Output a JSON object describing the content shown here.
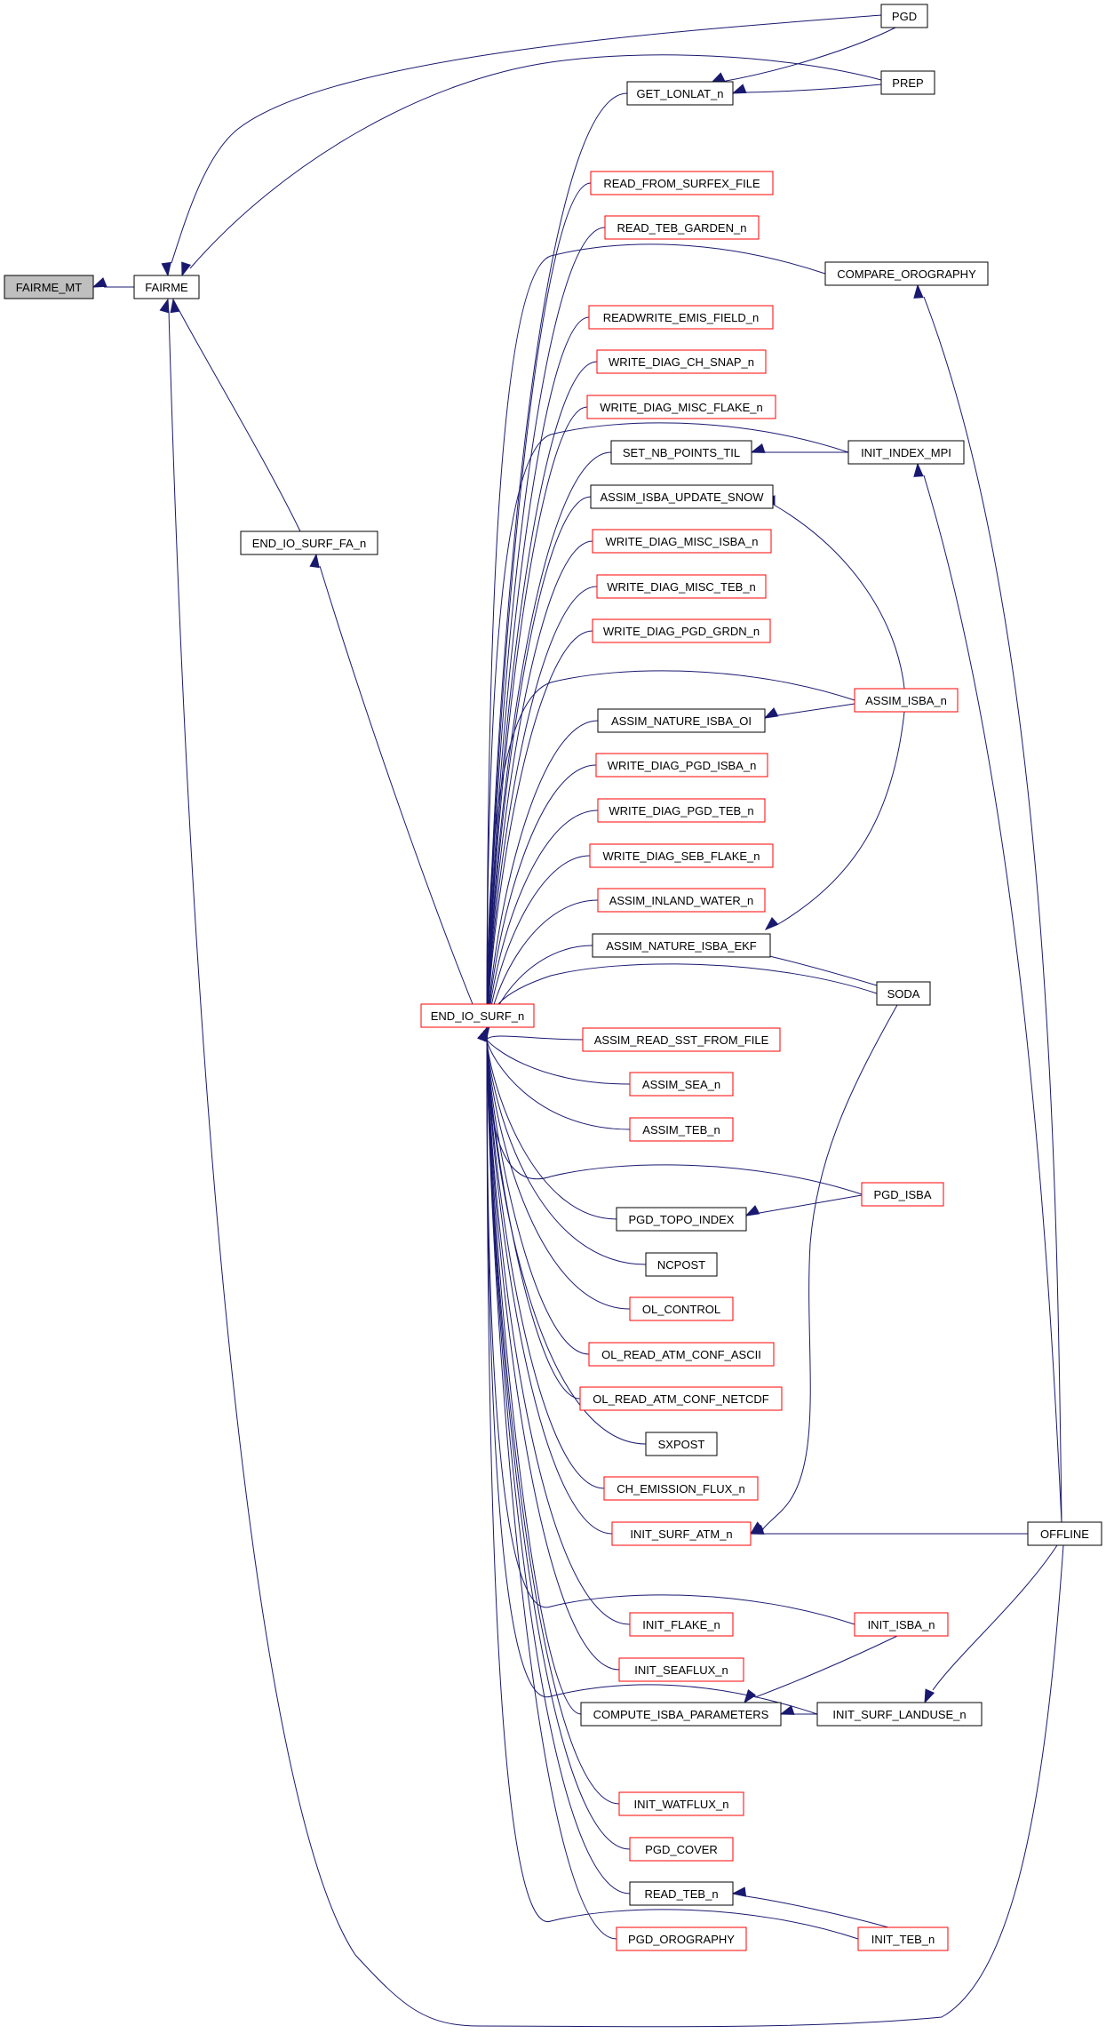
{
  "graph": {
    "edge_color": "#191970",
    "nodes": [
      {
        "id": "fairme_mt",
        "label": "FAIRME_MT",
        "style": "focus"
      },
      {
        "id": "fairme",
        "label": "FAIRME",
        "style": "black"
      },
      {
        "id": "pgd",
        "label": "PGD",
        "style": "black"
      },
      {
        "id": "prep",
        "label": "PREP",
        "style": "black"
      },
      {
        "id": "get_lonlat",
        "label": "GET_LONLAT_n",
        "style": "black"
      },
      {
        "id": "read_from_surfex",
        "label": "READ_FROM_SURFEX_FILE",
        "style": "red"
      },
      {
        "id": "read_teb_garden",
        "label": "READ_TEB_GARDEN_n",
        "style": "red"
      },
      {
        "id": "compare_orography",
        "label": "COMPARE_OROGRAPHY",
        "style": "black"
      },
      {
        "id": "readwrite_emis",
        "label": "READWRITE_EMIS_FIELD_n",
        "style": "red"
      },
      {
        "id": "write_diag_ch_snap",
        "label": "WRITE_DIAG_CH_SNAP_n",
        "style": "red"
      },
      {
        "id": "write_diag_misc_flake",
        "label": "WRITE_DIAG_MISC_FLAKE_n",
        "style": "red"
      },
      {
        "id": "set_nb_points",
        "label": "SET_NB_POINTS_TIL",
        "style": "black"
      },
      {
        "id": "init_index_mpi",
        "label": "INIT_INDEX_MPI",
        "style": "black"
      },
      {
        "id": "assim_isba_update_snow",
        "label": "ASSIM_ISBA_UPDATE_SNOW",
        "style": "black"
      },
      {
        "id": "end_io_surf_fa",
        "label": "END_IO_SURF_FA_n",
        "style": "black"
      },
      {
        "id": "write_diag_misc_isba",
        "label": "WRITE_DIAG_MISC_ISBA_n",
        "style": "red"
      },
      {
        "id": "write_diag_misc_teb",
        "label": "WRITE_DIAG_MISC_TEB_n",
        "style": "red"
      },
      {
        "id": "write_diag_pgd_grdn",
        "label": "WRITE_DIAG_PGD_GRDN_n",
        "style": "red"
      },
      {
        "id": "assim_nature_isba_oi",
        "label": "ASSIM_NATURE_ISBA_OI",
        "style": "black"
      },
      {
        "id": "assim_isba",
        "label": "ASSIM_ISBA_n",
        "style": "red"
      },
      {
        "id": "write_diag_pgd_isba",
        "label": "WRITE_DIAG_PGD_ISBA_n",
        "style": "red"
      },
      {
        "id": "write_diag_pgd_teb",
        "label": "WRITE_DIAG_PGD_TEB_n",
        "style": "red"
      },
      {
        "id": "write_diag_seb_flake",
        "label": "WRITE_DIAG_SEB_FLAKE_n",
        "style": "red"
      },
      {
        "id": "assim_inland_water",
        "label": "ASSIM_INLAND_WATER_n",
        "style": "red"
      },
      {
        "id": "assim_nature_isba_ekf",
        "label": "ASSIM_NATURE_ISBA_EKF",
        "style": "black"
      },
      {
        "id": "end_io_surf",
        "label": "END_IO_SURF_n",
        "style": "red"
      },
      {
        "id": "soda",
        "label": "SODA",
        "style": "black"
      },
      {
        "id": "assim_read_sst",
        "label": "ASSIM_READ_SST_FROM_FILE",
        "style": "red"
      },
      {
        "id": "assim_sea",
        "label": "ASSIM_SEA_n",
        "style": "red"
      },
      {
        "id": "assim_teb",
        "label": "ASSIM_TEB_n",
        "style": "red"
      },
      {
        "id": "pgd_isba",
        "label": "PGD_ISBA",
        "style": "red"
      },
      {
        "id": "pgd_topo_index",
        "label": "PGD_TOPO_INDEX",
        "style": "black"
      },
      {
        "id": "ncpost",
        "label": "NCPOST",
        "style": "black"
      },
      {
        "id": "ol_control",
        "label": "OL_CONTROL",
        "style": "red"
      },
      {
        "id": "ol_read_atm_conf_ascii",
        "label": "OL_READ_ATM_CONF_ASCII",
        "style": "red"
      },
      {
        "id": "ol_read_atm_conf_netcdf",
        "label": "OL_READ_ATM_CONF_NETCDF",
        "style": "red"
      },
      {
        "id": "sxpost",
        "label": "SXPOST",
        "style": "black"
      },
      {
        "id": "ch_emission_flux",
        "label": "CH_EMISSION_FLUX_n",
        "style": "red"
      },
      {
        "id": "init_surf_atm",
        "label": "INIT_SURF_ATM_n",
        "style": "red"
      },
      {
        "id": "offline",
        "label": "OFFLINE",
        "style": "black"
      },
      {
        "id": "init_flake",
        "label": "INIT_FLAKE_n",
        "style": "red"
      },
      {
        "id": "init_isba",
        "label": "INIT_ISBA_n",
        "style": "red"
      },
      {
        "id": "init_seaflux",
        "label": "INIT_SEAFLUX_n",
        "style": "red"
      },
      {
        "id": "compute_isba_parameters",
        "label": "COMPUTE_ISBA_PARAMETERS",
        "style": "black"
      },
      {
        "id": "init_surf_landuse",
        "label": "INIT_SURF_LANDUSE_n",
        "style": "black"
      },
      {
        "id": "init_watflux",
        "label": "INIT_WATFLUX_n",
        "style": "red"
      },
      {
        "id": "pgd_cover",
        "label": "PGD_COVER",
        "style": "red"
      },
      {
        "id": "read_teb",
        "label": "READ_TEB_n",
        "style": "black"
      },
      {
        "id": "pgd_orography",
        "label": "PGD_OROGRAPHY",
        "style": "red"
      },
      {
        "id": "init_teb",
        "label": "INIT_TEB_n",
        "style": "red"
      }
    ],
    "edges": [
      {
        "from": "fairme",
        "to": "fairme_mt"
      },
      {
        "from": "pgd",
        "to": "fairme"
      },
      {
        "from": "prep",
        "to": "fairme"
      },
      {
        "from": "end_io_surf_fa",
        "to": "fairme"
      },
      {
        "from": "offline",
        "to": "fairme"
      },
      {
        "from": "pgd",
        "to": "get_lonlat"
      },
      {
        "from": "prep",
        "to": "get_lonlat"
      },
      {
        "from": "end_io_surf",
        "to": "end_io_surf_fa"
      },
      {
        "from": "init_index_mpi",
        "to": "set_nb_points"
      },
      {
        "from": "offline",
        "to": "init_index_mpi"
      },
      {
        "from": "offline",
        "to": "compare_orography"
      },
      {
        "from": "assim_isba",
        "to": "assim_isba_update_snow"
      },
      {
        "from": "assim_isba",
        "to": "assim_nature_isba_oi"
      },
      {
        "from": "assim_isba",
        "to": "assim_nature_isba_ekf"
      },
      {
        "from": "soda",
        "to": "assim_nature_isba_ekf"
      },
      {
        "from": "soda",
        "to": "init_surf_atm"
      },
      {
        "from": "pgd_isba",
        "to": "pgd_topo_index"
      },
      {
        "from": "offline",
        "to": "init_surf_atm"
      },
      {
        "from": "init_isba",
        "to": "compute_isba_parameters"
      },
      {
        "from": "init_surf_landuse",
        "to": "compute_isba_parameters"
      },
      {
        "from": "offline",
        "to": "init_surf_landuse"
      },
      {
        "from": "init_teb",
        "to": "read_teb"
      },
      {
        "from": "get_lonlat",
        "to": "end_io_surf"
      },
      {
        "from": "compare_orography",
        "to": "end_io_surf"
      },
      {
        "from": "read_from_surfex",
        "to": "end_io_surf"
      },
      {
        "from": "read_teb_garden",
        "to": "end_io_surf"
      },
      {
        "from": "init_index_mpi",
        "to": "end_io_surf"
      },
      {
        "from": "readwrite_emis",
        "to": "end_io_surf"
      },
      {
        "from": "write_diag_ch_snap",
        "to": "end_io_surf"
      },
      {
        "from": "write_diag_misc_flake",
        "to": "end_io_surf"
      },
      {
        "from": "set_nb_points",
        "to": "end_io_surf"
      },
      {
        "from": "assim_isba_update_snow",
        "to": "end_io_surf"
      },
      {
        "from": "write_diag_misc_isba",
        "to": "end_io_surf"
      },
      {
        "from": "write_diag_misc_teb",
        "to": "end_io_surf"
      },
      {
        "from": "write_diag_pgd_grdn",
        "to": "end_io_surf"
      },
      {
        "from": "assim_isba",
        "to": "end_io_surf"
      },
      {
        "from": "assim_nature_isba_oi",
        "to": "end_io_surf"
      },
      {
        "from": "write_diag_pgd_isba",
        "to": "end_io_surf"
      },
      {
        "from": "write_diag_pgd_teb",
        "to": "end_io_surf"
      },
      {
        "from": "write_diag_seb_flake",
        "to": "end_io_surf"
      },
      {
        "from": "assim_inland_water",
        "to": "end_io_surf"
      },
      {
        "from": "assim_nature_isba_ekf",
        "to": "end_io_surf"
      },
      {
        "from": "soda",
        "to": "end_io_surf"
      },
      {
        "from": "assim_read_sst",
        "to": "end_io_surf"
      },
      {
        "from": "assim_sea",
        "to": "end_io_surf"
      },
      {
        "from": "assim_teb",
        "to": "end_io_surf"
      },
      {
        "from": "pgd_isba",
        "to": "end_io_surf"
      },
      {
        "from": "pgd_topo_index",
        "to": "end_io_surf"
      },
      {
        "from": "ncpost",
        "to": "end_io_surf"
      },
      {
        "from": "ol_control",
        "to": "end_io_surf"
      },
      {
        "from": "ol_read_atm_conf_ascii",
        "to": "end_io_surf"
      },
      {
        "from": "ol_read_atm_conf_netcdf",
        "to": "end_io_surf"
      },
      {
        "from": "sxpost",
        "to": "end_io_surf"
      },
      {
        "from": "ch_emission_flux",
        "to": "end_io_surf"
      },
      {
        "from": "init_surf_atm",
        "to": "end_io_surf"
      },
      {
        "from": "init_isba",
        "to": "end_io_surf"
      },
      {
        "from": "init_flake",
        "to": "end_io_surf"
      },
      {
        "from": "init_seaflux",
        "to": "end_io_surf"
      },
      {
        "from": "compute_isba_parameters",
        "to": "end_io_surf"
      },
      {
        "from": "init_surf_landuse",
        "to": "end_io_surf"
      },
      {
        "from": "init_watflux",
        "to": "end_io_surf"
      },
      {
        "from": "pgd_cover",
        "to": "end_io_surf"
      },
      {
        "from": "read_teb",
        "to": "end_io_surf"
      },
      {
        "from": "pgd_orography",
        "to": "end_io_surf"
      },
      {
        "from": "init_teb",
        "to": "end_io_surf"
      }
    ]
  }
}
